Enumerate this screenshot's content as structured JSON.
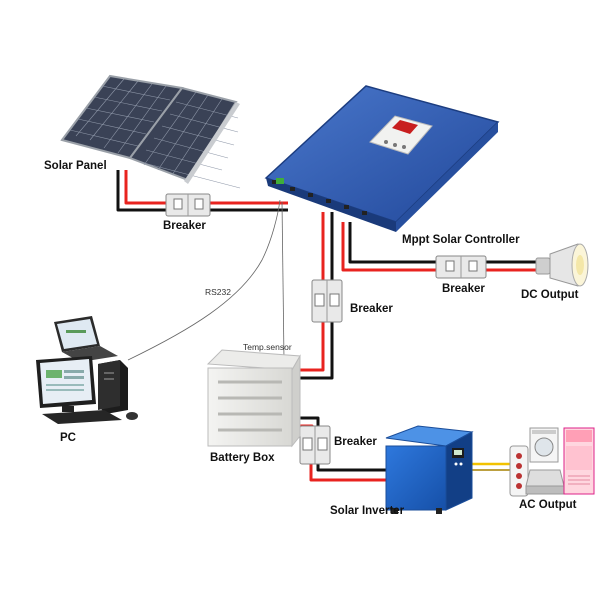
{
  "diagram": {
    "labels": {
      "solar_panel": "Solar Panel",
      "breaker_panel": "Breaker",
      "controller": "Mppt Solar Controller",
      "breaker_dc": "Breaker",
      "dc_output": "DC Output",
      "breaker_battery": "Breaker",
      "rs232": "RS232",
      "temp_sensor": "Temp.sensor",
      "pc": "PC",
      "battery_box": "Battery Box",
      "breaker_inverter": "Breaker",
      "solar_inverter": "Solar Inverter",
      "ac_output": "AC Output"
    },
    "colors": {
      "positive_wire": "#e8231f",
      "negative_wire": "#111111",
      "ac_wire": "#f2c200",
      "controller_blue": "#2f5bb0",
      "inverter_blue": "#1d5fc2",
      "breaker_body": "#e9e9e9"
    }
  }
}
